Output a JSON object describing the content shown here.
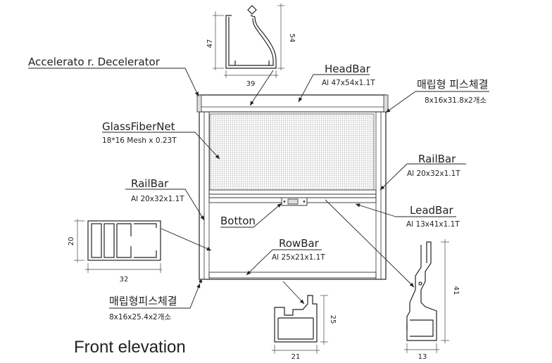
{
  "labels": {
    "accel": "Accelerato  r. Decelerator",
    "headbar_title": "HeadBar",
    "headbar_spec": "Al 47x54x1.1T",
    "embed_top_title": "매립형 피스체결",
    "embed_top_spec": "8x16x31.8x2개소",
    "glass_title": "GlassFiberNet",
    "glass_spec": "18*16 Mesh x 0.23T",
    "railbar_right_title": "RailBar",
    "railbar_right_spec": "Al 20x32x1.1T",
    "railbar_left_title": "RailBar",
    "railbar_left_spec": "Al 20x32x1.1T",
    "leadbar_title": "LeadBar",
    "leadbar_spec": "Al 13x41x1.1T",
    "botton": "Botton",
    "rowbar_title": "RowBar",
    "rowbar_spec": "Al 25x21x1.1T",
    "embed_bottom_title": "매립형피스체결",
    "embed_bottom_spec": "8x16x25.4x2개소",
    "front_elevation": "Front elevation"
  },
  "dimensions": {
    "head_w": "39",
    "head_h1": "47",
    "head_h2": "54",
    "rail_w": "32",
    "rail_h": "20",
    "row_w": "21",
    "row_h": "25",
    "lead_w": "13",
    "lead_h": "41"
  }
}
